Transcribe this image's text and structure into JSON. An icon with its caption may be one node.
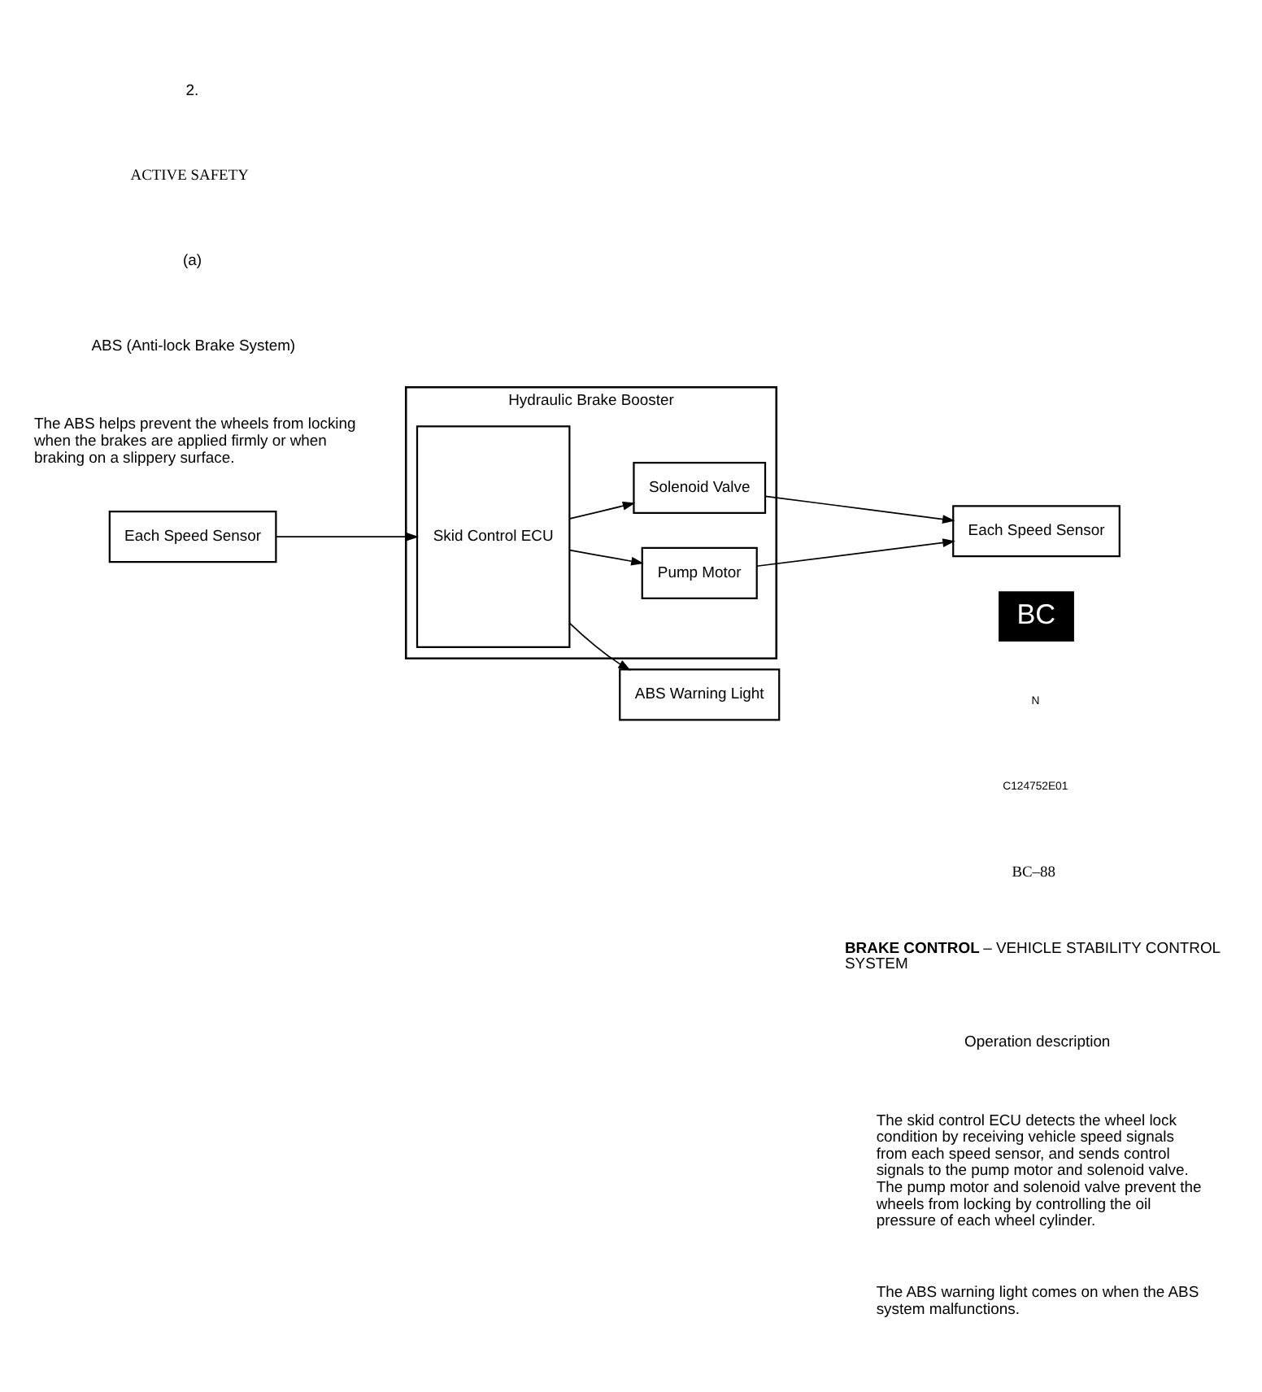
{
  "diagram": {
    "nodes": [
      {
        "text": [
          "Hydraulic Brake Booster"
        ]
      },
      {
        "text": [
          "Skid Control ECU"
        ],
        "in": 0
      },
      {
        "text": [
          "Pump Motor"
        ],
        "in": 0
      },
      {
        "text": [
          "Solenoid Valve"
        ],
        "in": 0
      },
      {
        "text": [
          "Each Speed Sensor"
        ]
      },
      {
        "text": [
          "Each Speed Sensor"
        ]
      },
      {
        "text": [
          "ABS Warning Light"
        ]
      }
    ],
    "edges": [
      {
        "from": 4,
        "to": 1,
        "arrow": "to"
      },
      {
        "from": 1,
        "to": 2,
        "arrow": "to"
      },
      {
        "from": 1,
        "to": 3,
        "arrow": "to"
      },
      {
        "from": 2,
        "to": 5,
        "arrow": "to"
      },
      {
        "from": 3,
        "to": 5,
        "arrow": "to"
      },
      {
        "from": 1,
        "to": 6,
        "arrow": "to"
      }
    ],
    "labels": [
      "2.",
      "ACTIVE SAFETY",
      "(a)",
      "ABS (Anti-lock Brake System)",
      "The ABS helps prevent the wheels from locking when the brakes are applied firmly or when braking on a slippery surface.",
      "BC",
      "N",
      "C124752E01",
      "BC–88",
      "**BRAKE CONTROL** – VEHICLE STABILITY CONTROL SYSTEM",
      "Operation description",
      "The skid control ECU detects the wheel lock condition by receiving vehicle speed signals from each speed sensor, and sends control signals to the pump motor and solenoid valve. The pump motor and solenoid valve prevent the wheels from locking by controlling the oil pressure of each wheel cylinder.",
      "The ABS warning light comes on when the ABS system malfunctions."
    ]
  }
}
